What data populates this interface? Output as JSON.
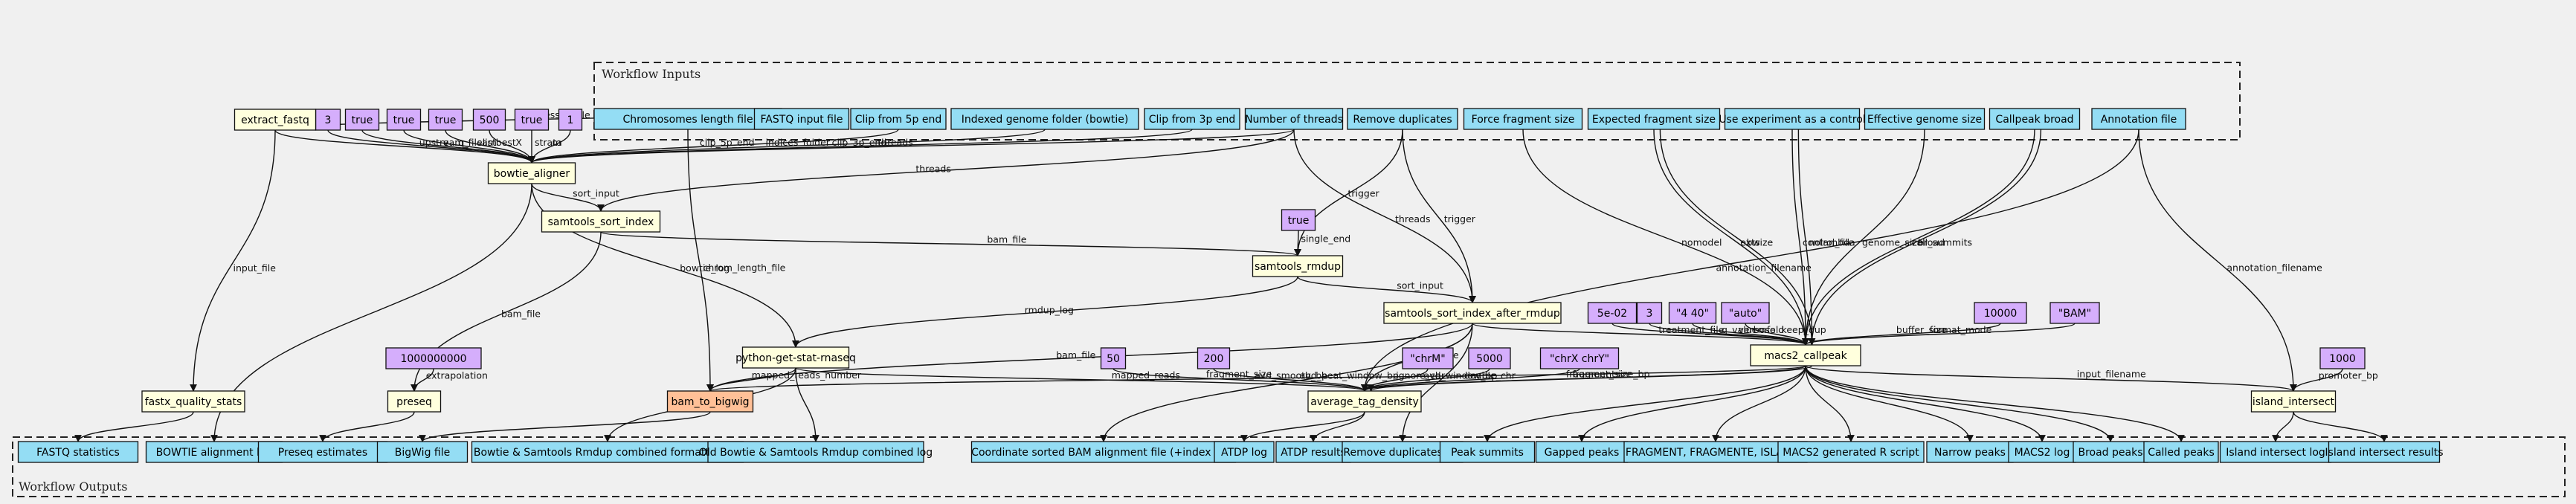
{
  "clusters": {
    "inputs_label": "Workflow Inputs",
    "outputs_label": "Workflow Outputs"
  },
  "colors": {
    "input": "#94ddf4",
    "step": "#ffffdd",
    "param": "#d5aefc",
    "special_step": "#ffc097",
    "background": "#f0f0f0"
  },
  "inputs": [
    {
      "id": "in_chrom_len",
      "label": "Chromosomes length file"
    },
    {
      "id": "in_fastq",
      "label": "FASTQ input file"
    },
    {
      "id": "in_clip5",
      "label": "Clip from 5p end"
    },
    {
      "id": "in_indexed",
      "label": "Indexed genome folder (bowtie)"
    },
    {
      "id": "in_clip3",
      "label": "Clip from 3p end"
    },
    {
      "id": "in_threads",
      "label": "Number of threads"
    },
    {
      "id": "in_remove_dup",
      "label": "Remove duplicates"
    },
    {
      "id": "in_force_frag",
      "label": "Force fragment size"
    },
    {
      "id": "in_exp_frag",
      "label": "Expected fragment size"
    },
    {
      "id": "in_use_control",
      "label": "Use experiment as a control"
    },
    {
      "id": "in_eff_genome",
      "label": "Effective genome size"
    },
    {
      "id": "in_broad",
      "label": "Callpeak broad"
    },
    {
      "id": "in_annotation",
      "label": "Annotation file"
    }
  ],
  "steps": [
    {
      "id": "st_extract",
      "label": "extract_fastq"
    },
    {
      "id": "st_bowtie",
      "label": "bowtie_aligner"
    },
    {
      "id": "st_sort",
      "label": "samtools_sort_index"
    },
    {
      "id": "st_rmdup",
      "label": "samtools_rmdup"
    },
    {
      "id": "st_sort_after",
      "label": "samtools_sort_index_after_rmdup"
    },
    {
      "id": "st_stat",
      "label": "python-get-stat-rnaseq"
    },
    {
      "id": "st_bam2bw",
      "label": "bam_to_bigwig"
    },
    {
      "id": "st_preseq",
      "label": "preseq"
    },
    {
      "id": "st_fastx",
      "label": "fastx_quality_stats"
    },
    {
      "id": "st_macs",
      "label": "macs2_callpeak"
    },
    {
      "id": "st_atd",
      "label": "average_tag_density"
    },
    {
      "id": "st_island",
      "label": "island_intersect"
    }
  ],
  "params": [
    {
      "id": "p_3",
      "label": "3"
    },
    {
      "id": "p_true1",
      "label": "true"
    },
    {
      "id": "p_true2",
      "label": "true"
    },
    {
      "id": "p_true3",
      "label": "true"
    },
    {
      "id": "p_500",
      "label": "500"
    },
    {
      "id": "p_true4",
      "label": "true"
    },
    {
      "id": "p_1",
      "label": "1"
    },
    {
      "id": "p_true_rmdup",
      "label": "true"
    },
    {
      "id": "p_1e9",
      "label": "1000000000"
    },
    {
      "id": "p_5e02",
      "label": "5e-02"
    },
    {
      "id": "p_3b",
      "label": "3"
    },
    {
      "id": "p_440",
      "label": "\"4 40\""
    },
    {
      "id": "p_auto",
      "label": "\"auto\""
    },
    {
      "id": "p_10000",
      "label": "10000"
    },
    {
      "id": "p_bam",
      "label": "\"BAM\""
    },
    {
      "id": "p_50",
      "label": "50"
    },
    {
      "id": "p_200",
      "label": "200"
    },
    {
      "id": "p_chrM",
      "label": "\"chrM\""
    },
    {
      "id": "p_5000",
      "label": "5000"
    },
    {
      "id": "p_chrXY",
      "label": "\"chrX chrY\""
    },
    {
      "id": "p_1000",
      "label": "1000"
    }
  ],
  "outputs": [
    {
      "id": "out_fastq_stats",
      "label": "FASTQ statistics"
    },
    {
      "id": "out_bowtie_log",
      "label": "BOWTIE alignment log"
    },
    {
      "id": "out_preseq",
      "label": "Preseq estimates"
    },
    {
      "id": "out_bigwig",
      "label": "BigWig file"
    },
    {
      "id": "out_combined_fmt",
      "label": "Bowtie & Samtools Rmdup combined formatted log"
    },
    {
      "id": "out_old_combined",
      "label": "Old Bowtie & Samtools Rmdup combined log"
    },
    {
      "id": "out_bam",
      "label": "Coordinate sorted BAM alignment file (+index BAI)"
    },
    {
      "id": "out_atdp_log",
      "label": "ATDP log"
    },
    {
      "id": "out_atdp_res",
      "label": "ATDP results"
    },
    {
      "id": "out_rmdup_log",
      "label": "Remove duplicates log"
    },
    {
      "id": "out_summits",
      "label": "Peak summits"
    },
    {
      "id": "out_gapped",
      "label": "Gapped peaks"
    },
    {
      "id": "out_fragment",
      "label": "FRAGMENT, FRAGMENTE, ISLANDS"
    },
    {
      "id": "out_rscript",
      "label": "MACS2 generated R script"
    },
    {
      "id": "out_narrow",
      "label": "Narrow peaks"
    },
    {
      "id": "out_macs_log",
      "label": "MACS2 log"
    },
    {
      "id": "out_broad",
      "label": "Broad peaks"
    },
    {
      "id": "out_called",
      "label": "Called peaks"
    },
    {
      "id": "out_island_log",
      "label": "Island intersect log"
    },
    {
      "id": "out_island_res",
      "label": "Island intersect results"
    }
  ],
  "edges": [
    {
      "from": "in_fastq",
      "to": "st_extract",
      "label": "compressed_file"
    },
    {
      "from": "st_extract",
      "to": "st_bowtie",
      "label": "upstream_filelist"
    },
    {
      "from": "p_3",
      "to": "st_bowtie",
      "label": "v"
    },
    {
      "from": "p_true1",
      "to": "st_bowtie",
      "label": "q"
    },
    {
      "from": "p_true2",
      "to": "st_bowtie",
      "label": "sam"
    },
    {
      "from": "p_true3",
      "to": "st_bowtie",
      "label": "best"
    },
    {
      "from": "p_500",
      "to": "st_bowtie",
      "label": "X"
    },
    {
      "from": "p_true4",
      "to": "st_bowtie",
      "label": "strata"
    },
    {
      "from": "p_1",
      "to": "st_bowtie",
      "label": "m"
    },
    {
      "from": "in_clip5",
      "to": "st_bowtie",
      "label": "clip_5p_end"
    },
    {
      "from": "in_indexed",
      "to": "st_bowtie",
      "label": "indices_folder"
    },
    {
      "from": "in_clip3",
      "to": "st_bowtie",
      "label": "clip_3p_end"
    },
    {
      "from": "in_threads",
      "to": "st_bowtie",
      "label": "threads"
    },
    {
      "from": "in_threads",
      "to": "st_sort",
      "label": "threads"
    },
    {
      "from": "in_threads",
      "to": "st_sort_after",
      "label": "threads"
    },
    {
      "from": "in_remove_dup",
      "to": "st_rmdup",
      "label": "trigger"
    },
    {
      "from": "in_remove_dup",
      "to": "st_sort_after",
      "label": "trigger"
    },
    {
      "from": "st_bowtie",
      "to": "st_sort",
      "label": "sort_input"
    },
    {
      "from": "st_bowtie",
      "to": "st_stat",
      "label": "bowtie_log"
    },
    {
      "from": "st_bowtie",
      "to": "out_bowtie_log",
      "label": ""
    },
    {
      "from": "st_sort",
      "to": "st_rmdup",
      "label": "bam_file"
    },
    {
      "from": "st_sort",
      "to": "st_preseq",
      "label": "bam_file"
    },
    {
      "from": "p_true_rmdup",
      "to": "st_rmdup",
      "label": "single_end"
    },
    {
      "from": "st_rmdup",
      "to": "st_sort_after",
      "label": "sort_input"
    },
    {
      "from": "st_rmdup",
      "to": "st_stat",
      "label": "rmdup_log"
    },
    {
      "from": "in_chrom_len",
      "to": "st_bam2bw",
      "label": "chrom_length_file"
    },
    {
      "from": "st_stat",
      "to": "st_bam2bw",
      "label": "mapped_reads_number"
    },
    {
      "from": "st_sort_after",
      "to": "st_bam2bw",
      "label": "bam_file"
    },
    {
      "from": "st_extract",
      "to": "st_fastx",
      "label": "input_file"
    },
    {
      "from": "st_fastx",
      "to": "out_fastq_stats",
      "label": ""
    },
    {
      "from": "p_1e9",
      "to": "st_preseq",
      "label": "extrapolation"
    },
    {
      "from": "st_preseq",
      "to": "out_preseq",
      "label": ""
    },
    {
      "from": "st_bam2bw",
      "to": "out_bigwig",
      "label": ""
    },
    {
      "from": "st_stat",
      "to": "out_combined_fmt",
      "label": ""
    },
    {
      "from": "st_stat",
      "to": "out_old_combined",
      "label": ""
    },
    {
      "from": "st_sort_after",
      "to": "out_bam",
      "label": ""
    },
    {
      "from": "st_sort_after",
      "to": "st_macs",
      "label": "treatment_file"
    },
    {
      "from": "st_sort_after",
      "to": "st_atd",
      "label": "input_file"
    },
    {
      "from": "st_sort_after",
      "to": "out_rmdup_log",
      "label": ""
    },
    {
      "from": "p_5e02",
      "to": "st_macs",
      "label": "q_value"
    },
    {
      "from": "p_3b",
      "to": "st_macs",
      "label": "verbose"
    },
    {
      "from": "p_440",
      "to": "st_macs",
      "label": "mfold"
    },
    {
      "from": "p_auto",
      "to": "st_macs",
      "label": "keep_dup"
    },
    {
      "from": "p_10000",
      "to": "st_macs",
      "label": "buffer_size"
    },
    {
      "from": "p_bam",
      "to": "st_macs",
      "label": "format_mode"
    },
    {
      "from": "in_force_frag",
      "to": "st_macs",
      "label": "nomodel"
    },
    {
      "from": "in_exp_frag",
      "to": "st_macs",
      "label": "extsize"
    },
    {
      "from": "in_exp_frag",
      "to": "st_macs",
      "label": "bw"
    },
    {
      "from": "in_use_control",
      "to": "st_macs",
      "label": "control_file"
    },
    {
      "from": "in_use_control",
      "to": "st_macs",
      "label": "nolambda"
    },
    {
      "from": "in_eff_genome",
      "to": "st_macs",
      "label": "genome_size"
    },
    {
      "from": "in_broad",
      "to": "st_macs",
      "label": "call_summits"
    },
    {
      "from": "in_broad",
      "to": "st_macs",
      "label": "broad"
    },
    {
      "from": "in_annotation",
      "to": "st_atd",
      "label": "annotation_filename"
    },
    {
      "from": "in_annotation",
      "to": "st_island",
      "label": "annotation_filename"
    },
    {
      "from": "st_stat",
      "to": "st_atd",
      "label": "mapped_reads"
    },
    {
      "from": "p_50",
      "to": "st_atd",
      "label": "avd_smooth_bp"
    },
    {
      "from": "p_200",
      "to": "st_atd",
      "label": "avd_heat_window_bp"
    },
    {
      "from": "p_chrM",
      "to": "st_atd",
      "label": "ignore_chr"
    },
    {
      "from": "p_5000",
      "to": "st_atd",
      "label": "avd_window_bp"
    },
    {
      "from": "p_chrXY",
      "to": "st_atd",
      "label": "double_chr"
    },
    {
      "from": "st_macs",
      "to": "st_atd",
      "label": "fragment_size"
    },
    {
      "from": "st_macs",
      "to": "st_atd",
      "label": "fragmentsize_bp"
    },
    {
      "from": "st_macs",
      "to": "st_bam2bw",
      "label": "fragment_size"
    },
    {
      "from": "st_macs",
      "to": "st_island",
      "label": "input_filename"
    },
    {
      "from": "p_1000",
      "to": "st_island",
      "label": "promoter_bp"
    },
    {
      "from": "st_atd",
      "to": "out_atdp_log",
      "label": ""
    },
    {
      "from": "st_atd",
      "to": "out_atdp_res",
      "label": ""
    },
    {
      "from": "st_macs",
      "to": "out_summits",
      "label": ""
    },
    {
      "from": "st_macs",
      "to": "out_gapped",
      "label": ""
    },
    {
      "from": "st_macs",
      "to": "out_fragment",
      "label": ""
    },
    {
      "from": "st_macs",
      "to": "out_rscript",
      "label": ""
    },
    {
      "from": "st_macs",
      "to": "out_narrow",
      "label": ""
    },
    {
      "from": "st_macs",
      "to": "out_macs_log",
      "label": ""
    },
    {
      "from": "st_macs",
      "to": "out_broad",
      "label": ""
    },
    {
      "from": "st_macs",
      "to": "out_called",
      "label": ""
    },
    {
      "from": "st_island",
      "to": "out_island_log",
      "label": ""
    },
    {
      "from": "st_island",
      "to": "out_island_res",
      "label": ""
    }
  ]
}
